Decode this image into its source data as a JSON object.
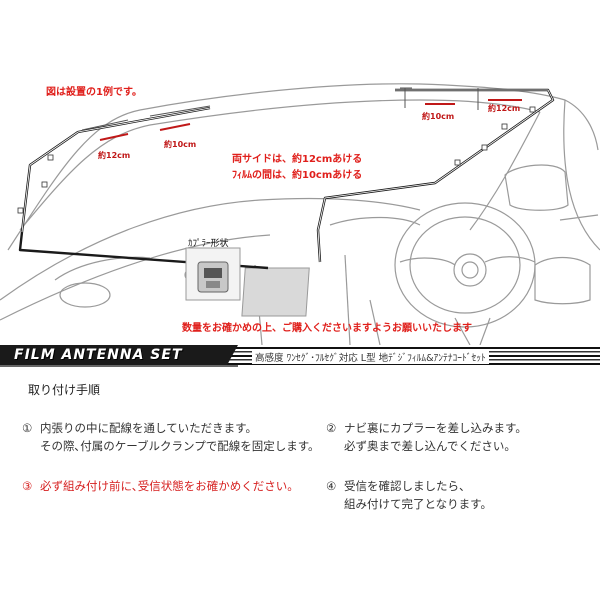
{
  "notes": {
    "example": "図は設置の1例です。",
    "sides_line1": "両サイドは、約12cmあける",
    "sides_line2": "ﾌｨﾙﾑの間は、約10cmあける",
    "quantity": "数量をお確かめの上、ご購入くださいますようお願いいたします"
  },
  "dimensions": {
    "left_side": "約12cm",
    "left_gap": "約10cm",
    "right_gap": "約10cm",
    "right_side": "約12cm"
  },
  "coupler": {
    "label": "ｶﾌﾟﾗｰ形状"
  },
  "banner": {
    "title": "FILM ANTENNA SET",
    "subtitle": "高感度 ﾜﾝｾｸﾞ･ﾌﾙｾｸﾞ対応 L型 地ﾃﾞｼﾞﾌｨﾙﾑ&ｱﾝﾃﾅｺｰﾄﾞｾｯﾄ"
  },
  "instructions": {
    "title": "取り付け手順",
    "steps": [
      {
        "num": "①",
        "line1": "内張りの中に配線を通していただきます。",
        "line2": "その際､付属のケーブルクランプで配線を固定します。"
      },
      {
        "num": "②",
        "line1": "ナビ裏にカプラーを差し込みます。",
        "line2": "必ず奥まで差し込んでください。"
      },
      {
        "num": "③",
        "line1": "必ず組み付け前に､受信状態をお確かめください。",
        "line2": ""
      },
      {
        "num": "④",
        "line1": "受信を確認しましたら、",
        "line2": "組み付けて完了となります。"
      }
    ]
  },
  "colors": {
    "accent_red": "#e0201c",
    "text": "#333333"
  }
}
